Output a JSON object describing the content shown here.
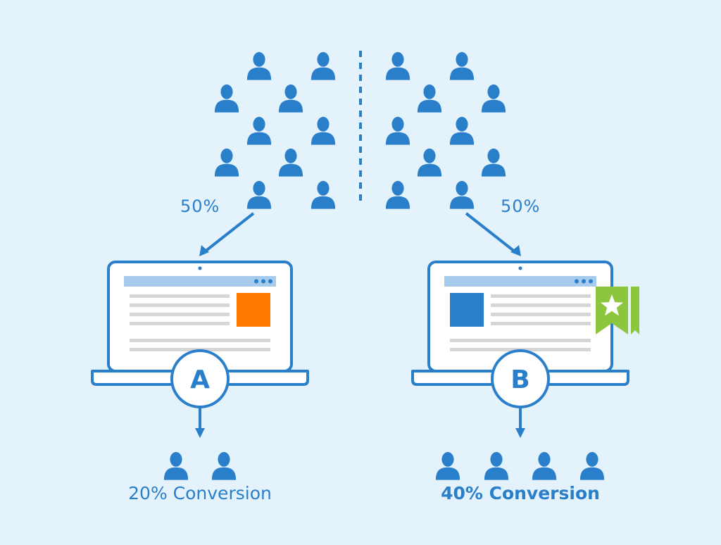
{
  "split_left_pct": "50%",
  "split_right_pct": "50%",
  "variant_a": {
    "letter": "A",
    "conversion": "20% Conversion"
  },
  "variant_b": {
    "letter": "B",
    "conversion": "40% Conversion"
  },
  "colors": {
    "background": "#e4f2fc",
    "primary": "#2a7fcb",
    "accent_orange": "#ff7b00",
    "accent_green": "#8cc63f",
    "screen_bar": "#a7cbec",
    "text_line": "#d6d6d6"
  },
  "icons": {
    "person": "person-icon",
    "ribbon": "ribbon-star-icon"
  }
}
